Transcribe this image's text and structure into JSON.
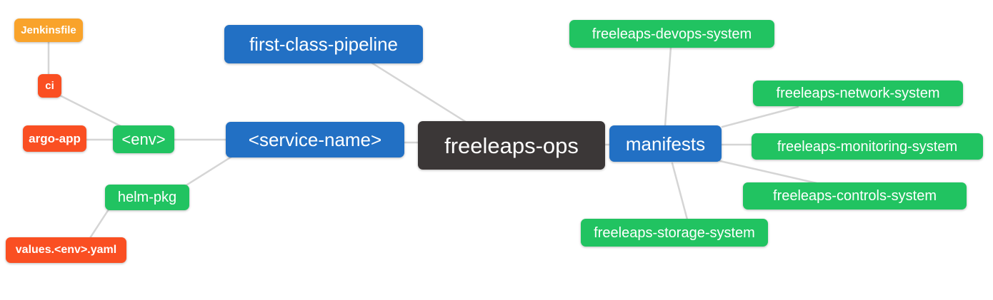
{
  "diagram": {
    "type": "mindmap",
    "root_label": "freeleaps-ops",
    "palette": {
      "blue": "#2270c4",
      "green": "#21c361",
      "red": "#fa4f22",
      "orange": "#f9a32b",
      "dark": "#3b3737",
      "edge": "#d5d5d5",
      "background": "#ffffff",
      "text": "#ffffff"
    },
    "nodes": {
      "freeleaps_ops": {
        "label": "freeleaps-ops",
        "color": "dark"
      },
      "first_class_pipeline": {
        "label": "first-class-pipeline",
        "color": "blue"
      },
      "service_name": {
        "label": "<service-name>",
        "color": "blue"
      },
      "manifests": {
        "label": "manifests",
        "color": "blue"
      },
      "env": {
        "label": "<env>",
        "color": "green"
      },
      "helm_pkg": {
        "label": "helm-pkg",
        "color": "green"
      },
      "jenkinsfile": {
        "label": "Jenkinsfile",
        "color": "orange"
      },
      "ci": {
        "label": "ci",
        "color": "red"
      },
      "argo_app": {
        "label": "argo-app",
        "color": "red"
      },
      "values_yaml": {
        "label": "values.<env>.yaml",
        "color": "red"
      },
      "devops_system": {
        "label": "freeleaps-devops-system",
        "color": "green"
      },
      "network_system": {
        "label": "freeleaps-network-system",
        "color": "green"
      },
      "monitoring_system": {
        "label": "freeleaps-monitoring-system",
        "color": "green"
      },
      "controls_system": {
        "label": "freeleaps-controls-system",
        "color": "green"
      },
      "storage_system": {
        "label": "freeleaps-storage-system",
        "color": "green"
      }
    },
    "edges": [
      {
        "from": "jenkinsfile",
        "to": "ci"
      },
      {
        "from": "ci",
        "to": "env"
      },
      {
        "from": "argo_app",
        "to": "env"
      },
      {
        "from": "env",
        "to": "service_name"
      },
      {
        "from": "service_name",
        "to": "helm_pkg"
      },
      {
        "from": "helm_pkg",
        "to": "values_yaml"
      },
      {
        "from": "first_class_pipeline",
        "to": "freeleaps_ops"
      },
      {
        "from": "service_name",
        "to": "freeleaps_ops"
      },
      {
        "from": "freeleaps_ops",
        "to": "manifests"
      },
      {
        "from": "manifests",
        "to": "devops_system"
      },
      {
        "from": "manifests",
        "to": "network_system"
      },
      {
        "from": "manifests",
        "to": "monitoring_system"
      },
      {
        "from": "manifests",
        "to": "controls_system"
      },
      {
        "from": "manifests",
        "to": "storage_system"
      }
    ]
  }
}
